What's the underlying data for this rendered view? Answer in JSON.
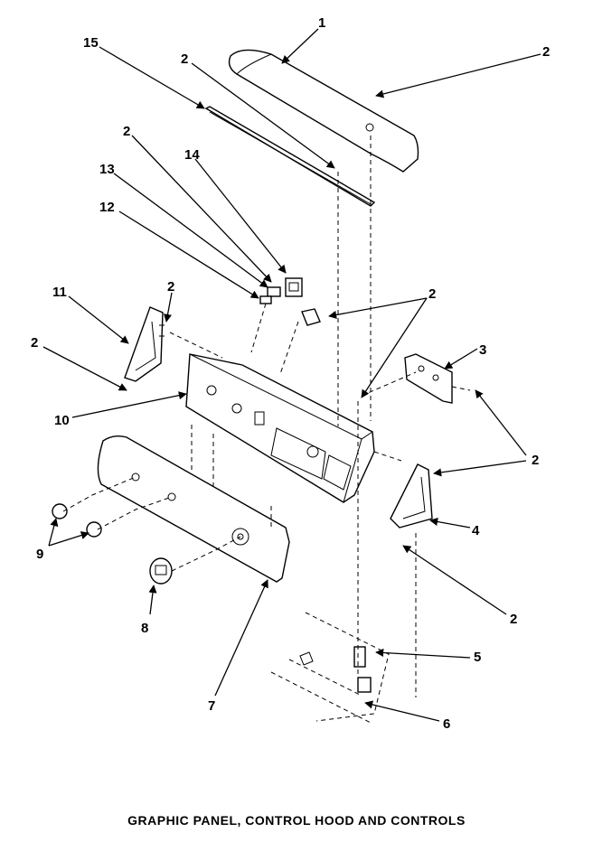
{
  "caption": "GRAPHIC PANEL, CONTROL HOOD AND CONTROLS",
  "callouts": {
    "c1": "1",
    "c2a": "2",
    "c15": "15",
    "c2b": "2",
    "c2c": "2",
    "c14": "14",
    "c13": "13",
    "c12": "12",
    "c2d": "2",
    "c11": "11",
    "c2e": "2",
    "c2f": "2",
    "c3": "3",
    "c10": "10",
    "c2g": "2",
    "c4": "4",
    "c9": "9",
    "c2h": "2",
    "c8": "8",
    "c5": "5",
    "c7": "7",
    "c6": "6"
  }
}
